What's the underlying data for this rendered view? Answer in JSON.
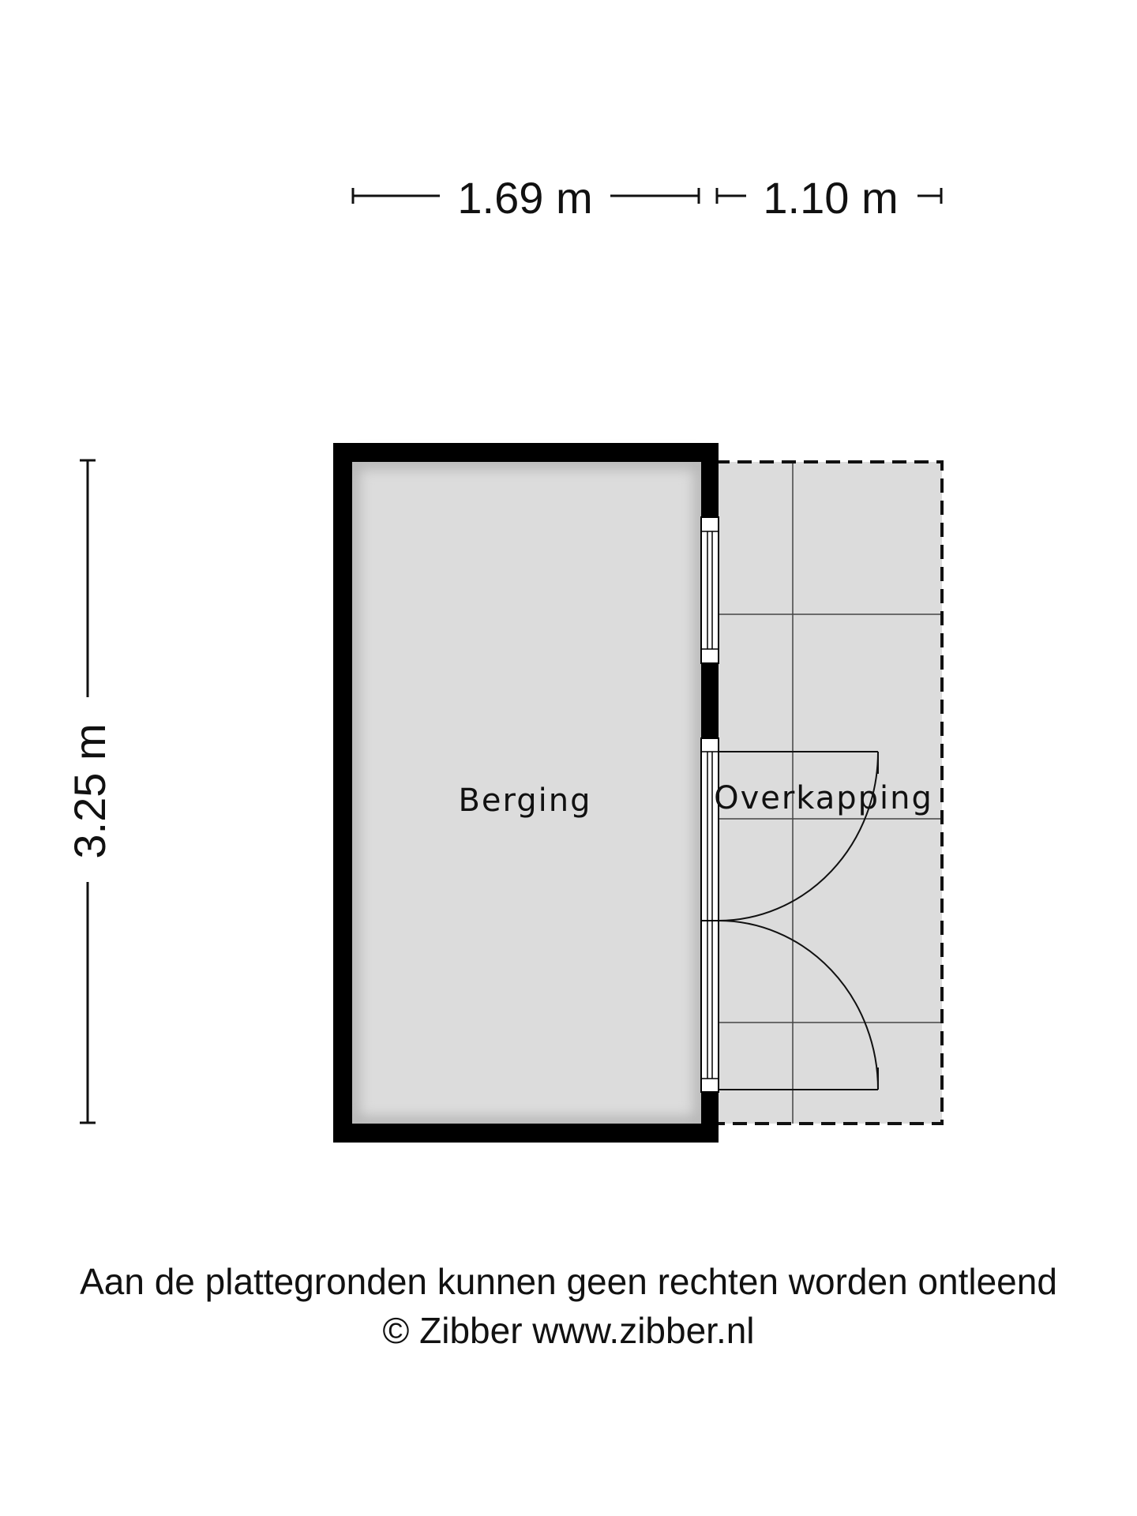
{
  "dimensions": {
    "width_berging": "1.69 m",
    "width_overkapping": "1.10 m",
    "depth": "3.25 m"
  },
  "rooms": {
    "berging": "Berging",
    "overkapping": "Overkapping"
  },
  "footer": {
    "disclaimer": "Aan de plattegronden kunnen geen rechten worden ontleend",
    "copyright": "© Zibber www.zibber.nl"
  },
  "colors": {
    "wall": "#000000",
    "floor": "#dcdcdc",
    "line": "#111111"
  }
}
